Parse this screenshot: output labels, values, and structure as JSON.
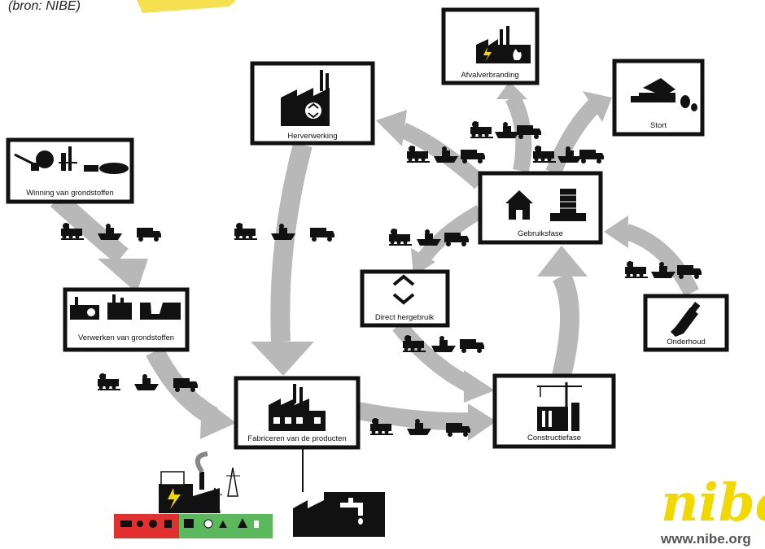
{
  "source_note": "(bron: NIBE)",
  "stages": {
    "winning": "Winning van grondstoffen",
    "verwerken": "Verwerken van grondstoffen",
    "fabriceren": "Fabriceren van de producten",
    "herverwerking": "Herverwerking",
    "constructie": "Constructiefase",
    "gebruik": "Gebruiksfase",
    "direct": "Direct hergebruik",
    "onderhoud": "Onderhoud",
    "afvalverbranding": "Afvalverbranding",
    "stort": "Stort"
  },
  "logo": {
    "text": "nibe",
    "url": "www.nibe.org",
    "color": "#f0d800"
  },
  "colors": {
    "arrow": "#b8b8b8",
    "frame": "#111111",
    "energy_red": "#e23030",
    "energy_green": "#5cb85c",
    "highlight": "#f5e050"
  },
  "icons": [
    "factory-icon",
    "recycle-icon",
    "house-icon",
    "building-icon",
    "truck-icon",
    "ship-icon",
    "train-icon",
    "power-plant-icon",
    "pylon-icon",
    "water-tap-icon",
    "paintbrush-icon",
    "crane-icon",
    "dump-truck-icon",
    "fire-icon",
    "lightning-icon"
  ]
}
